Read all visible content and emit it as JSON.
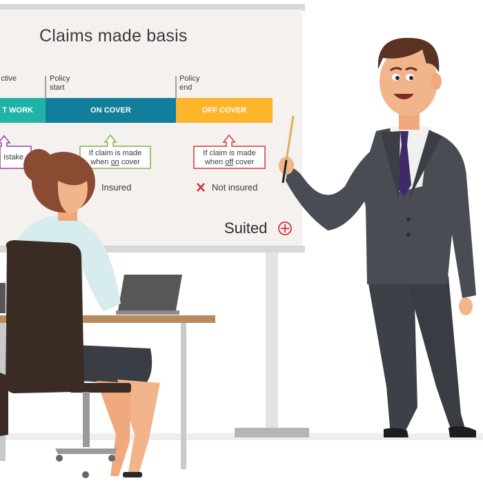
{
  "board": {
    "title": "Claims made basis",
    "left_label": "ctive",
    "policy_start": "Policy\nstart",
    "policy_end": "Policy\nend",
    "bar_segments": [
      {
        "label": "T WORK",
        "color": "#21b3a8"
      },
      {
        "label": "ON COVER",
        "color": "#117f9c"
      },
      {
        "label": "OFF COVER",
        "color": "#fdb62b"
      }
    ],
    "callout_left": "istake",
    "callout_on": {
      "line1": "If claim is made",
      "line2_pre": "when ",
      "line2_u": "on",
      "line2_post": " cover",
      "color": "#7ab648"
    },
    "callout_off": {
      "line1": "If claim is made",
      "line2_pre": "when ",
      "line2_u": "off",
      "line2_post": " cover",
      "color": "#e0323c"
    },
    "insured_label": "Insured",
    "not_insured_label": "Not insured",
    "brand_name": "Suited",
    "brand_color": "#d9303e"
  }
}
